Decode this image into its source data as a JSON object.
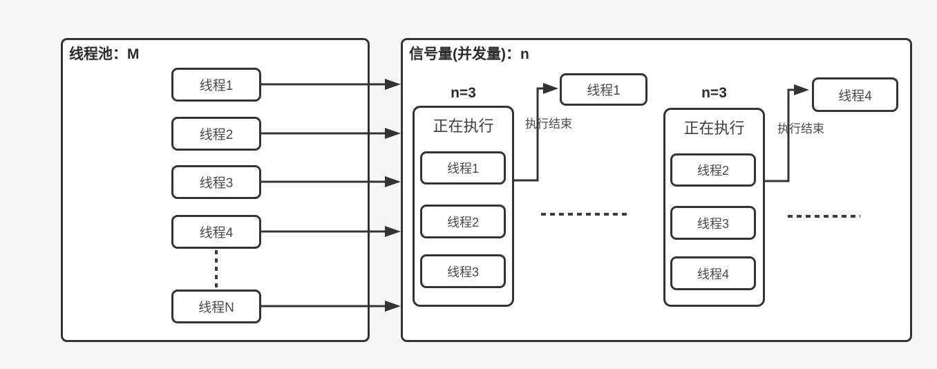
{
  "pool": {
    "title": "线程池：M",
    "threads": [
      "线程1",
      "线程2",
      "线程3",
      "线程4",
      "线程N"
    ]
  },
  "semaphore": {
    "title": "信号量(并发量)：n",
    "groups": [
      {
        "n_label": "n=3",
        "container_title": "正在执行",
        "running": [
          "线程1",
          "线程2",
          "线程3"
        ],
        "finished_thread": "线程1",
        "finish_label": "执行结束"
      },
      {
        "n_label": "n=3",
        "container_title": "正在执行",
        "running": [
          "线程2",
          "线程3",
          "线程4"
        ],
        "finished_thread": "线程4",
        "finish_label": "执行结束"
      }
    ]
  },
  "colors": {
    "border": "#333333",
    "background": "#f7f7f7",
    "box_fill": "#ffffff",
    "label_text": "#4a4a4a",
    "title_text": "#2b2b2b"
  }
}
